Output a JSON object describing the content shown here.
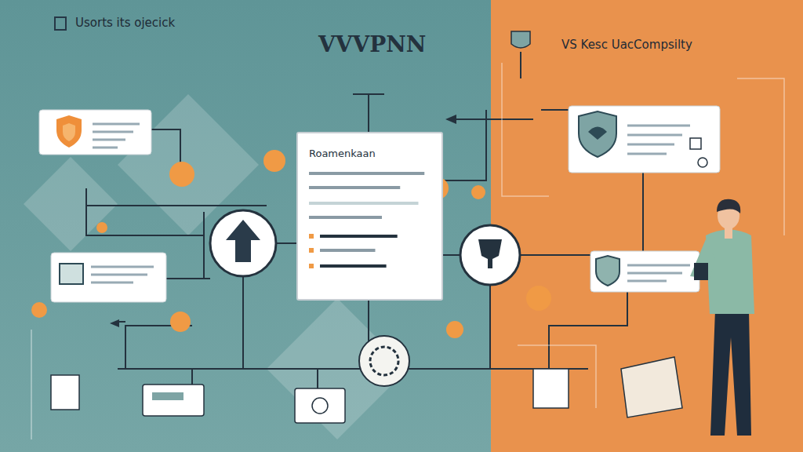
{
  "diagram": {
    "title": "VVVPNN",
    "nodes": [
      {
        "text": [
          "Roamenkaan"
        ]
      }
    ],
    "labels": [
      "Usorts its ojecick",
      "VS Kesc UacCompsilty"
    ]
  }
}
